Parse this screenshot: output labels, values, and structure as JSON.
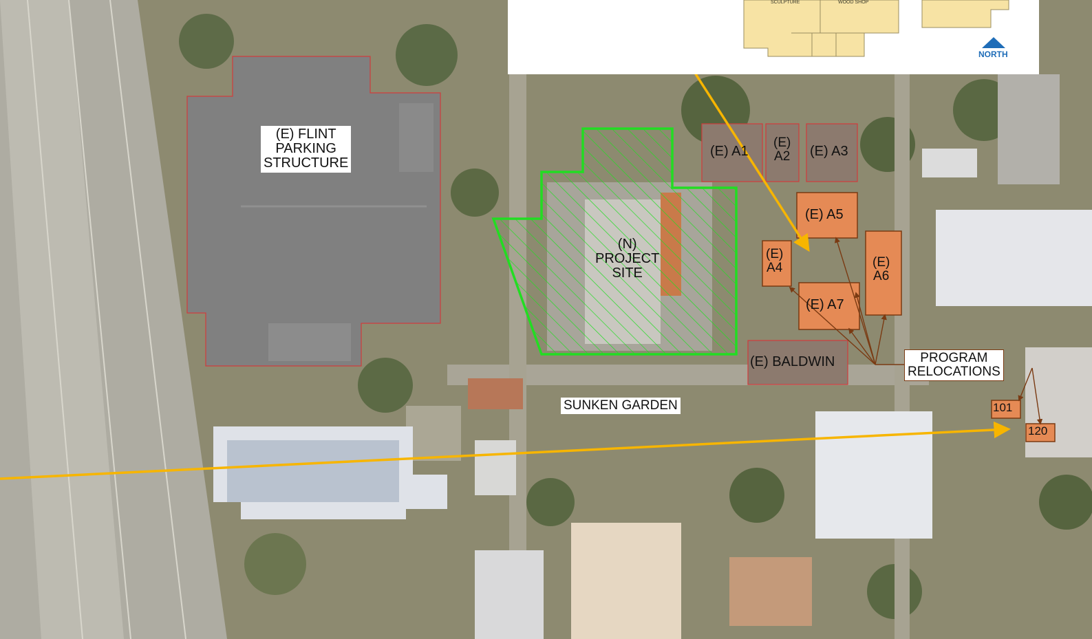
{
  "inset": {
    "label_sculpture": "SCULPTURE",
    "label_wood_shop": "WOOD SHOP",
    "north_label": "NORTH",
    "north_color": "#1f6db8"
  },
  "labels": {
    "flint_parking": "(E) FLINT\nPARKING\nSTRUCTURE",
    "project_site": "(N)\nPROJECT\nSITE",
    "a1": "(E) A1",
    "a2": "(E)\nA2",
    "a3": "(E) A3",
    "a4": "(E)\nA4",
    "a5": "(E) A5",
    "a6": "(E)\nA6",
    "a7": "(E) A7",
    "baldwin": "(E) BALDWIN",
    "sunken_garden": "SUNKEN GARDEN",
    "program_relocations": "PROGRAM\nRELOCATIONS",
    "bldg_101": "101",
    "bldg_120": "120"
  },
  "colors": {
    "project_site_outline": "#22dd22",
    "existing_outline": "#d03c3c",
    "relocation_fill": "#e58a55",
    "relocation_outline": "#7a3a12",
    "callout_arrow": "#f7b500",
    "leader_line": "#7a3a12"
  }
}
